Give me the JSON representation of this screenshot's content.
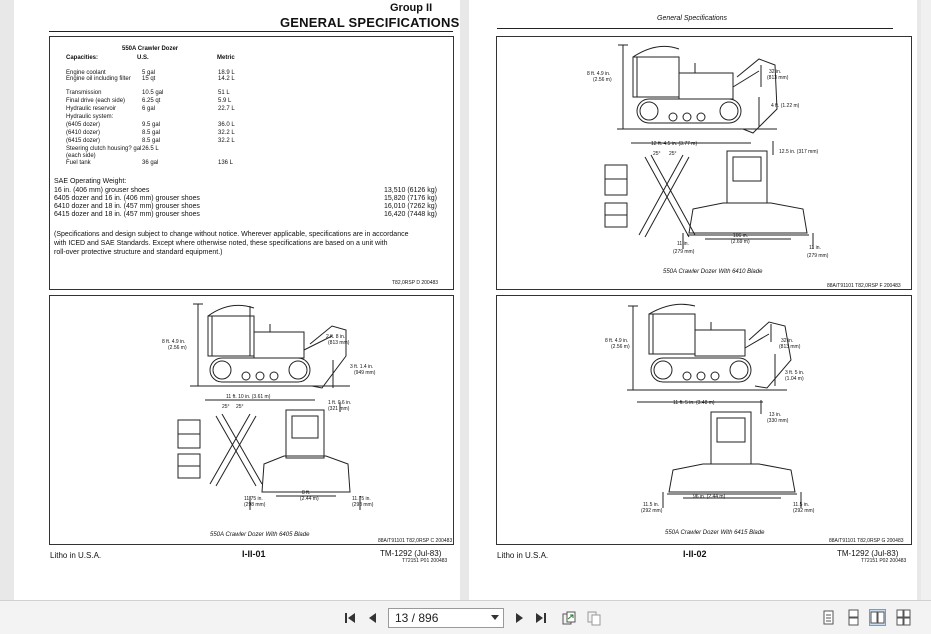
{
  "left_page": {
    "header": {
      "group": "Group II",
      "title": "GENERAL SPECIFICATIONS"
    },
    "spec_box": {
      "model_title": "550A Crawler Dozer",
      "col_capacities": "Capacities:",
      "col_us": "U.S.",
      "col_metric": "Metric",
      "rows": [
        {
          "label": "Engine coolant",
          "us": "5 gal",
          "metric": "18.9 L"
        },
        {
          "label": "Engine oil including filter",
          "us": "15 qt",
          "metric": "14.2 L"
        },
        {
          "label": "Transmission",
          "us": "10.5 gal",
          "metric": "51 L"
        },
        {
          "label": "Final drive (each side)",
          "us": "6.25 qt",
          "metric": "5.9 L"
        },
        {
          "label": "Hydraulic reservoir",
          "us": "6 gal",
          "metric": "22.7 L"
        },
        {
          "label": "Hydraulic system:",
          "us": "",
          "metric": ""
        },
        {
          "label": "(6405 dozer)",
          "us": "9.5 gal",
          "metric": "36.0 L"
        },
        {
          "label": "(6410 dozer)",
          "us": "8.5 gal",
          "metric": "32.2 L"
        },
        {
          "label": "(6415 dozer)",
          "us": "8.5 gal",
          "metric": "32.2 L"
        },
        {
          "label": "Steering clutch housing? gal",
          "us": "26.5 L",
          "metric": ""
        },
        {
          "label": "(each side)",
          "us": "",
          "metric": ""
        },
        {
          "label": "Fuel tank",
          "us": "36 gal",
          "metric": "136 L"
        }
      ],
      "weight_title": "SAE Operating Weight:",
      "weights": [
        {
          "label": "16 in. (406 mm) grouser shoes",
          "value": "13,510 (6126 kg)"
        },
        {
          "label": "6405 dozer and 16 in. (406 mm) grouser shoes",
          "value": "15,820 (7176 kg)"
        },
        {
          "label": "6410 dozer and 18 in. (457 mm) grouser shoes",
          "value": "16,010 (7262 kg)"
        },
        {
          "label": "6415 dozer and 18 in. (457 mm) grouser shoes",
          "value": "16,420 (7448 kg)"
        }
      ],
      "note_lines": [
        "(Specifications and design subject to change without notice. Wherever applicable, specifications are in accordance",
        "with ICED and SAE Standards. Except where otherwise noted, these specifications are based on a unit with",
        "roll-over protective structure and standard equipment.)"
      ],
      "ref": "T82,0RSP D 200483"
    },
    "drawing_box": {
      "dims": {
        "height": "8 ft. 4.9 in.",
        "height_m": "(2.56 m)",
        "blade_lift": "2 ft. 8 in.",
        "blade_lift_mm": "(813 mm)",
        "blade_drop": "3 ft. 1.4 in.",
        "blade_drop_mm": "(949 mm)",
        "length": "11 ft. 10 in. (3.61 m)",
        "angle_l": "25°",
        "angle_r": "25°",
        "cut": "1 ft. 0.6 in.",
        "cut_mm": "(321 mm)",
        "width": "8 ft.",
        "width_m": "(2.44 m)",
        "side_l": "11.75 in.",
        "side_l_mm": "(298 mm)",
        "side_r": "11.75 in.",
        "side_r_mm": "(298 mm)"
      },
      "caption": "550A Crawler Dozer With 6405 Blade",
      "ref": "88A/T91101 T82,0RSP C 200483"
    },
    "footer": {
      "left": "Litho in U.S.A.",
      "center": "I-II-01",
      "right": "TM-1292 (Jul-83)",
      "sub": "T72151 P01 200483"
    }
  },
  "right_page": {
    "header": "General Specifications",
    "top_drawing": {
      "dims": {
        "height": "8 ft. 4.9 in.",
        "height_m": "(2.56 m)",
        "lift": "32 in.",
        "lift_mm": "(813 mm)",
        "drop": "4 ft. (1.22 m)",
        "length": "12 ft. 4.5 in. (3.77 m)",
        "angle_l": "25°",
        "angle_r": "25°",
        "cut": "12.5 in. (317 mm)",
        "width": "106 in.",
        "width_m": "(2.69 m)",
        "side_l": "11 in.",
        "side_l_mm": "(279 mm)",
        "side_r": "11 in.",
        "side_r_mm": "(279 mm)"
      },
      "caption": "550A Crawler Dozer With 6410 Blade",
      "ref": "88A/T91101 T82,0RSP F 200483"
    },
    "bottom_drawing": {
      "dims": {
        "height": "8 ft. 4.9 in.",
        "height_m": "(2.56 m)",
        "lift": "32 in.",
        "lift_mm": "(813 mm)",
        "drop": "3 ft. 5 in.",
        "drop_mm": "(1.04 m)",
        "length": "11 ft. 5 in. (3.48 m)",
        "cut": "13 in.",
        "cut_mm": "(330 mm)",
        "width": "96 in. (2.44 m)",
        "side_l": "11.5 in.",
        "side_l_mm": "(292 mm)",
        "side_r": "11.5 in.",
        "side_r_mm": "(292 mm)"
      },
      "caption": "550A Crawler Dozer With 6415 Blade",
      "ref": "88A/T91101 T82,0RSP G 200483"
    },
    "footer": {
      "left": "Litho in U.S.A.",
      "center": "I-II-02",
      "right": "TM-1292 (Jul-83)",
      "sub": "T72151 P02 200483"
    }
  },
  "toolbar": {
    "page_value": "13 / 896",
    "icons": [
      "first-page-icon",
      "prev-page-icon",
      "next-page-icon",
      "last-page-icon",
      "page-export-icon",
      "page-copy-icon",
      "single-page-view-icon",
      "continuous-view-icon",
      "two-page-view-icon",
      "two-page-continuous-view-icon"
    ]
  }
}
